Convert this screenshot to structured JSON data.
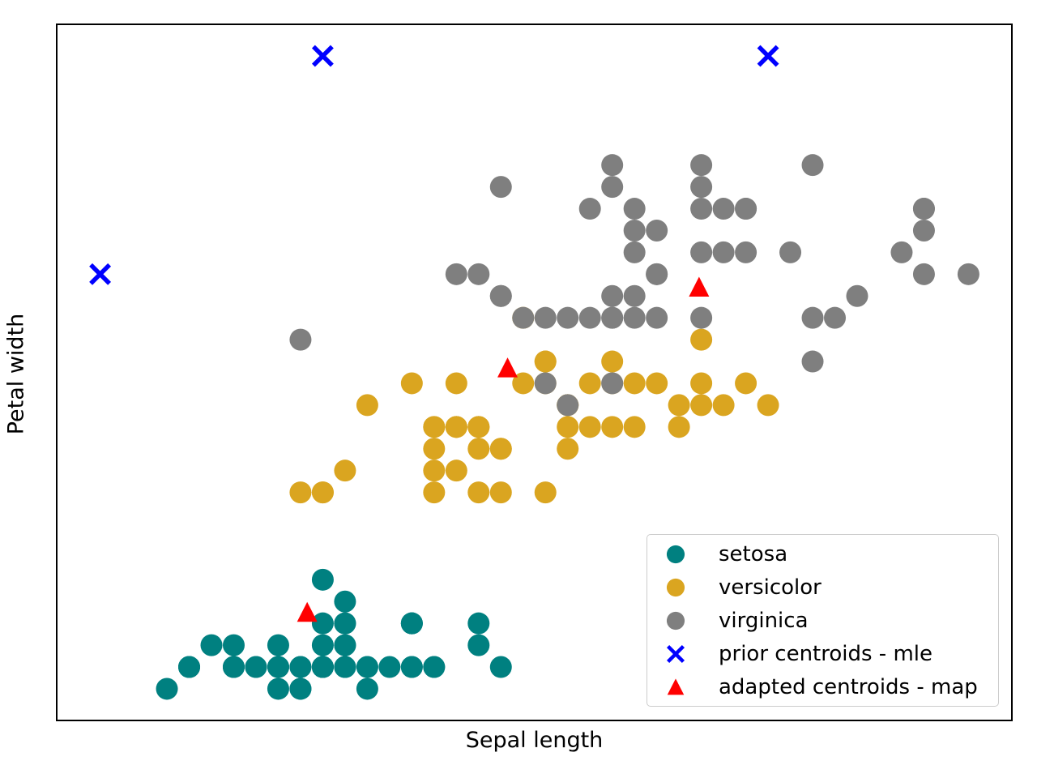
{
  "chart_data": {
    "type": "scatter",
    "xlabel": "Sepal length",
    "ylabel": "Petal width",
    "xlim": [
      3.805,
      8.095
    ],
    "ylim": [
      -0.045,
      3.145
    ],
    "grid": false,
    "ticks": "none",
    "legend_position": "lower right",
    "background": "#ffffff",
    "spine_color": "#000000",
    "series": [
      {
        "name": "setosa",
        "marker": "circle",
        "color": "#008080",
        "points": [
          [
            5.1,
            0.2
          ],
          [
            4.9,
            0.2
          ],
          [
            4.7,
            0.2
          ],
          [
            4.6,
            0.2
          ],
          [
            5.0,
            0.2
          ],
          [
            5.4,
            0.4
          ],
          [
            4.6,
            0.3
          ],
          [
            5.0,
            0.2
          ],
          [
            4.4,
            0.2
          ],
          [
            4.9,
            0.1
          ],
          [
            5.4,
            0.2
          ],
          [
            4.8,
            0.2
          ],
          [
            4.8,
            0.1
          ],
          [
            4.3,
            0.1
          ],
          [
            5.8,
            0.2
          ],
          [
            5.7,
            0.4
          ],
          [
            5.4,
            0.4
          ],
          [
            5.1,
            0.3
          ],
          [
            5.7,
            0.3
          ],
          [
            5.1,
            0.3
          ],
          [
            5.4,
            0.2
          ],
          [
            5.1,
            0.4
          ],
          [
            4.6,
            0.2
          ],
          [
            5.1,
            0.5
          ],
          [
            4.8,
            0.2
          ],
          [
            5.0,
            0.2
          ],
          [
            5.0,
            0.4
          ],
          [
            5.2,
            0.2
          ],
          [
            5.2,
            0.2
          ],
          [
            4.7,
            0.2
          ],
          [
            4.8,
            0.2
          ],
          [
            5.4,
            0.4
          ],
          [
            5.2,
            0.1
          ],
          [
            5.5,
            0.2
          ],
          [
            4.9,
            0.2
          ],
          [
            5.0,
            0.2
          ],
          [
            5.5,
            0.2
          ],
          [
            4.9,
            0.1
          ],
          [
            4.4,
            0.2
          ],
          [
            5.1,
            0.2
          ],
          [
            5.0,
            0.3
          ],
          [
            4.5,
            0.3
          ],
          [
            4.4,
            0.2
          ],
          [
            5.0,
            0.6
          ],
          [
            5.1,
            0.4
          ],
          [
            4.8,
            0.3
          ],
          [
            5.1,
            0.2
          ],
          [
            4.6,
            0.2
          ],
          [
            5.3,
            0.2
          ],
          [
            5.0,
            0.2
          ]
        ]
      },
      {
        "name": "versicolor",
        "marker": "circle",
        "color": "#DAA520",
        "points": [
          [
            7.0,
            1.4
          ],
          [
            6.4,
            1.5
          ],
          [
            6.9,
            1.5
          ],
          [
            5.5,
            1.3
          ],
          [
            6.5,
            1.5
          ],
          [
            5.7,
            1.3
          ],
          [
            6.3,
            1.6
          ],
          [
            4.9,
            1.0
          ],
          [
            6.6,
            1.3
          ],
          [
            5.2,
            1.4
          ],
          [
            5.0,
            1.0
          ],
          [
            5.9,
            1.5
          ],
          [
            6.0,
            1.0
          ],
          [
            6.1,
            1.4
          ],
          [
            5.6,
            1.3
          ],
          [
            6.7,
            1.4
          ],
          [
            5.6,
            1.5
          ],
          [
            5.8,
            1.0
          ],
          [
            6.2,
            1.5
          ],
          [
            5.6,
            1.1
          ],
          [
            5.9,
            1.8
          ],
          [
            6.1,
            1.3
          ],
          [
            6.3,
            1.5
          ],
          [
            6.1,
            1.2
          ],
          [
            6.4,
            1.3
          ],
          [
            6.6,
            1.4
          ],
          [
            6.8,
            1.4
          ],
          [
            6.7,
            1.7
          ],
          [
            6.0,
            1.5
          ],
          [
            5.7,
            1.0
          ],
          [
            5.5,
            1.1
          ],
          [
            5.5,
            1.0
          ],
          [
            5.8,
            1.2
          ],
          [
            6.0,
            1.6
          ],
          [
            5.4,
            1.5
          ],
          [
            6.0,
            1.6
          ],
          [
            6.7,
            1.5
          ],
          [
            6.3,
            1.3
          ],
          [
            5.6,
            1.3
          ],
          [
            5.5,
            1.3
          ],
          [
            5.5,
            1.2
          ],
          [
            6.1,
            1.4
          ],
          [
            5.8,
            1.2
          ],
          [
            5.0,
            1.0
          ],
          [
            5.6,
            1.3
          ],
          [
            5.7,
            1.2
          ],
          [
            5.7,
            1.3
          ],
          [
            6.2,
            1.3
          ],
          [
            5.1,
            1.1
          ],
          [
            5.7,
            1.3
          ]
        ]
      },
      {
        "name": "virginica",
        "marker": "circle",
        "color": "#7F7F7F",
        "points": [
          [
            6.3,
            2.5
          ],
          [
            5.8,
            1.9
          ],
          [
            7.1,
            2.1
          ],
          [
            6.3,
            1.8
          ],
          [
            6.5,
            2.2
          ],
          [
            7.6,
            2.1
          ],
          [
            4.9,
            1.7
          ],
          [
            7.3,
            1.8
          ],
          [
            6.7,
            1.8
          ],
          [
            7.2,
            2.5
          ],
          [
            6.5,
            2.0
          ],
          [
            6.4,
            1.9
          ],
          [
            6.8,
            2.1
          ],
          [
            5.7,
            2.0
          ],
          [
            5.8,
            2.4
          ],
          [
            6.4,
            2.3
          ],
          [
            6.5,
            1.8
          ],
          [
            7.7,
            2.2
          ],
          [
            7.7,
            2.3
          ],
          [
            6.0,
            1.5
          ],
          [
            6.9,
            2.3
          ],
          [
            5.6,
            2.0
          ],
          [
            7.7,
            2.0
          ],
          [
            6.3,
            1.8
          ],
          [
            6.7,
            2.1
          ],
          [
            7.2,
            1.8
          ],
          [
            6.2,
            1.8
          ],
          [
            6.1,
            1.8
          ],
          [
            6.4,
            2.1
          ],
          [
            7.2,
            1.6
          ],
          [
            7.4,
            1.9
          ],
          [
            7.9,
            2.0
          ],
          [
            6.4,
            2.2
          ],
          [
            6.3,
            1.5
          ],
          [
            6.1,
            1.4
          ],
          [
            7.7,
            2.3
          ],
          [
            6.3,
            2.4
          ],
          [
            6.4,
            1.8
          ],
          [
            6.0,
            1.8
          ],
          [
            6.9,
            2.1
          ],
          [
            6.7,
            2.4
          ],
          [
            6.9,
            2.3
          ],
          [
            5.8,
            1.9
          ],
          [
            6.8,
            2.3
          ],
          [
            6.7,
            2.5
          ],
          [
            6.7,
            2.3
          ],
          [
            6.3,
            1.9
          ],
          [
            6.5,
            2.0
          ],
          [
            6.2,
            2.3
          ],
          [
            5.9,
            1.8
          ]
        ]
      },
      {
        "name": "prior centroids - mle",
        "marker": "x",
        "color": "#0000FF",
        "points": [
          [
            4.0,
            2.0
          ],
          [
            5.0,
            3.0
          ],
          [
            7.0,
            3.0
          ]
        ]
      },
      {
        "name": "adapted centroids - map",
        "marker": "triangle",
        "color": "#FF0000",
        "points": [
          [
            4.93,
            0.45
          ],
          [
            5.83,
            1.57
          ],
          [
            6.69,
            1.94
          ]
        ]
      }
    ]
  }
}
